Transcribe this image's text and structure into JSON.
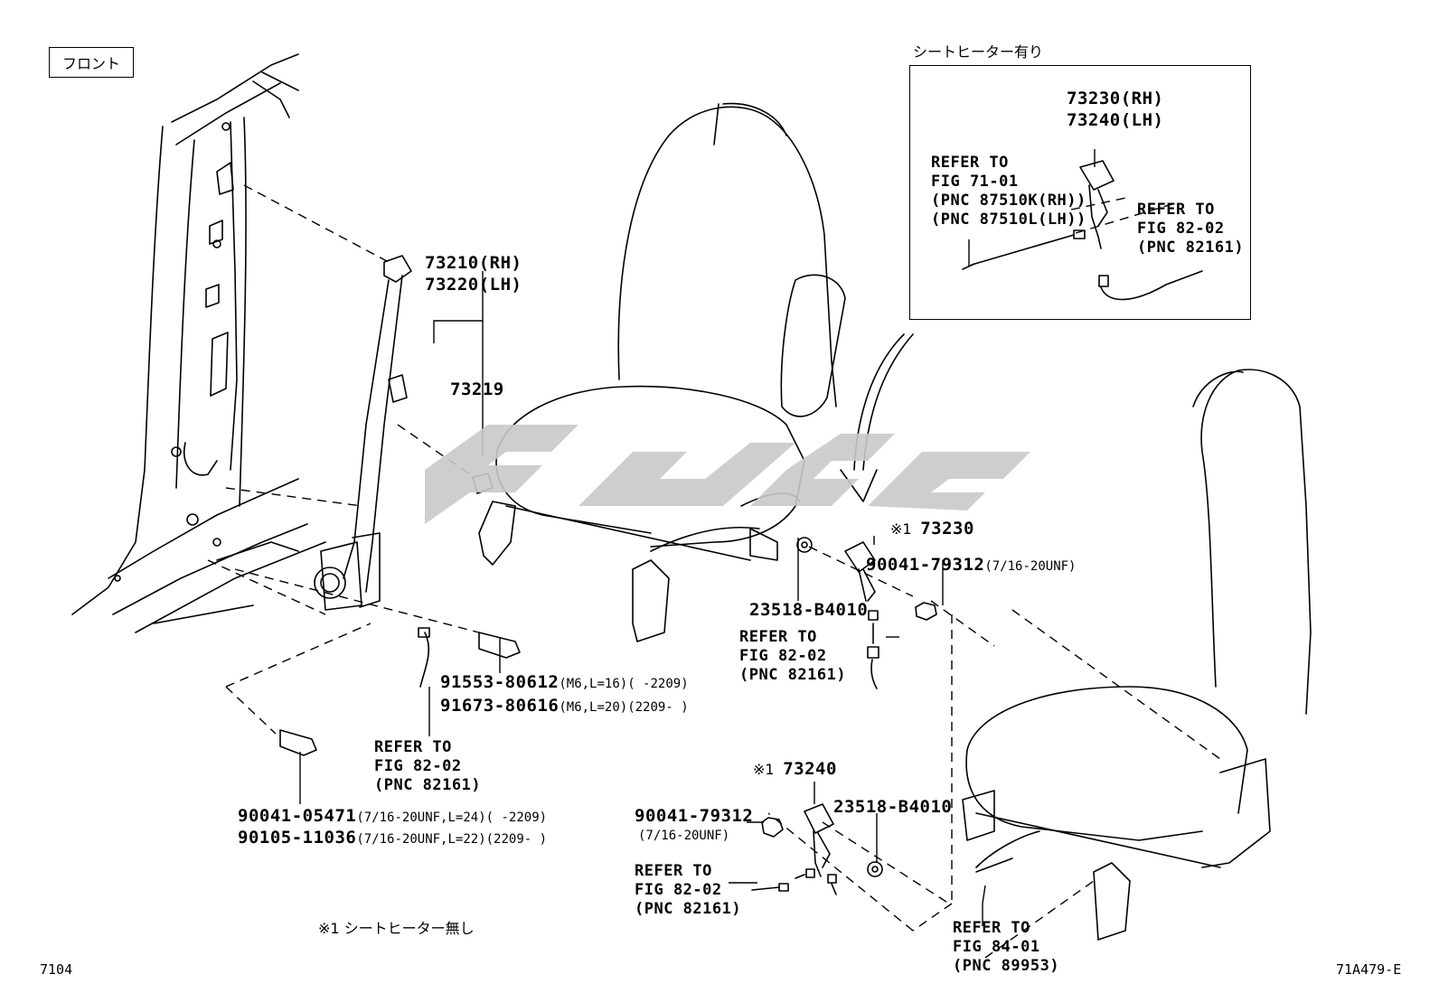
{
  "front_label": "フロント",
  "inset": {
    "title": "シートヒーター有り",
    "part_rh": "73230(RH)",
    "part_lh": "73240(LH)",
    "refer_left": [
      "REFER TO",
      "FIG 71-01",
      "(PNC 87510K(RH))",
      "(PNC 87510L(LH))"
    ],
    "refer_right": [
      "REFER TO",
      "FIG 82-02",
      "(PNC 82161)"
    ]
  },
  "belt": {
    "part_rh": "73210(RH)",
    "part_lh": "73220(LH)",
    "cover": "73219",
    "bolt_a": "91553-80612",
    "bolt_a_spec": "(M6,L=16)(      -2209)",
    "bolt_b": "91673-80616",
    "bolt_b_spec": "(M6,L=20)(2209-      )",
    "refer": [
      "REFER TO",
      "FIG 82-02",
      "(PNC 82161)"
    ],
    "bolt_c": "90041-05471",
    "bolt_c_spec": "(7/16-20UNF,L=24)(      -2209)",
    "bolt_d": "90105-11036",
    "bolt_d_spec": "(7/16-20UNF,L=22)(2209-      )"
  },
  "buckle_rh": {
    "mark": "※1",
    "part": "73230",
    "nut": "90041-79312",
    "nut_spec": "(7/16-20UNF)",
    "washer": "23518-B4010",
    "refer": [
      "REFER TO",
      "FIG 82-02",
      "(PNC 82161)"
    ]
  },
  "buckle_lh": {
    "mark": "※1",
    "part": "73240",
    "nut": "90041-79312",
    "nut_spec": "(7/16-20UNF)",
    "washer": "23518-B4010",
    "refer": [
      "REFER TO",
      "FIG 82-02",
      "(PNC 82161)"
    ],
    "refer_seat": [
      "REFER TO",
      "FIG 84-01",
      "(PNC 89953)"
    ]
  },
  "footnote": "※1  シートヒーター無し",
  "page_code_left": "7104",
  "page_code_right": "71A479-E"
}
